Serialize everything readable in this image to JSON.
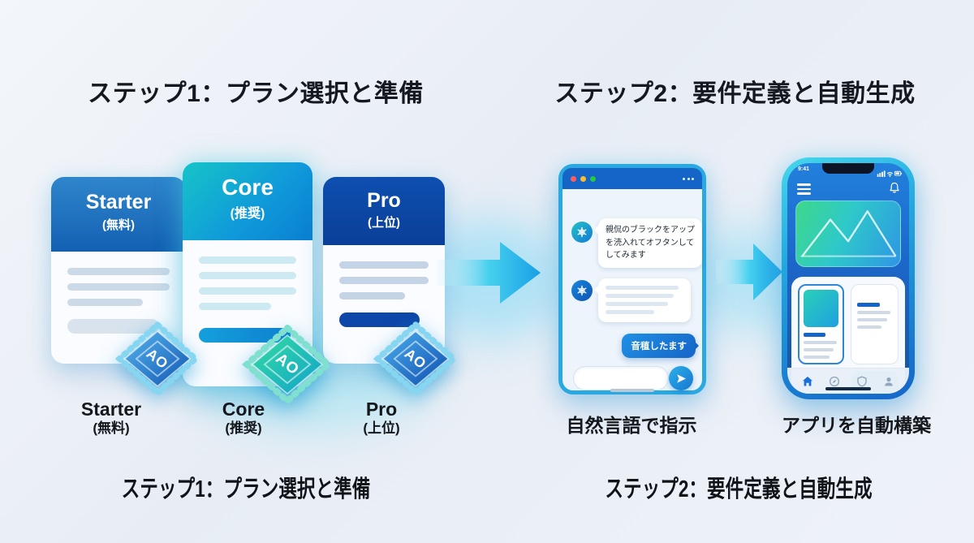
{
  "step1": {
    "title": "ステップ1：プラン選択と準備",
    "caption": "ステップ1：プラン選択と準備",
    "plans": [
      {
        "name": "Starter",
        "tier": "(無料)",
        "chip": "AO",
        "label_name": "Starter",
        "label_tier": "(無料)"
      },
      {
        "name": "Core",
        "tier": "(推奨)",
        "chip": "AO",
        "label_name": "Core",
        "label_tier": "(推奨)"
      },
      {
        "name": "Pro",
        "tier": "(上位)",
        "chip": "AO",
        "label_name": "Pro",
        "label_tier": "(上位)"
      }
    ]
  },
  "step2": {
    "title": "ステップ2：要件定義と自動生成",
    "caption": "ステップ2：要件定義と自動生成",
    "chat": {
      "ai_message_lines": [
        "親侃のブラックをアップ",
        "を涜入れてオフタンして",
        "してみます"
      ],
      "user_message": "音稙したます",
      "label": "自然言語で指示"
    },
    "phone": {
      "status_time": "9:41",
      "label": "アプリを自動構築"
    }
  },
  "colors": {
    "accent_cyan": "#2fc6ec",
    "accent_blue": "#1565c8",
    "core_teal": "#14c2c4",
    "pro_navy": "#0d47a1",
    "starter_blue": "#1360b2"
  }
}
